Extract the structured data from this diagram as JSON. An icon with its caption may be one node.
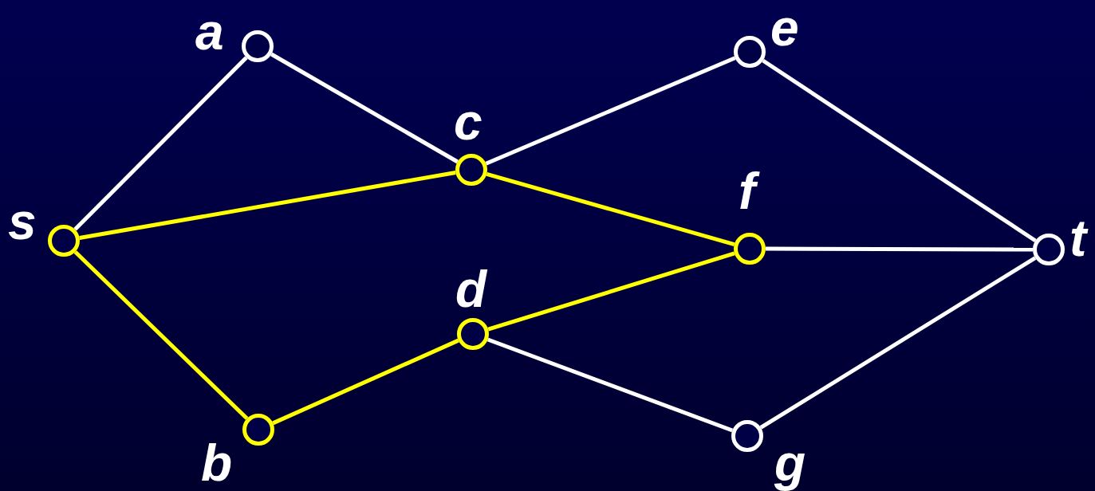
{
  "diagram": {
    "nodes": [
      {
        "text": [
          "s"
        ]
      },
      {
        "text": [
          "a"
        ]
      },
      {
        "text": [
          "b"
        ]
      },
      {
        "text": [
          "c"
        ]
      },
      {
        "text": [
          "d"
        ]
      },
      {
        "text": [
          "e"
        ]
      },
      {
        "text": [
          "f"
        ]
      },
      {
        "text": [
          "g"
        ]
      },
      {
        "text": [
          "t"
        ]
      }
    ],
    "edges": [
      {
        "from": 0,
        "to": 1,
        "arrow": "none"
      },
      {
        "from": 1,
        "to": 3,
        "arrow": "none"
      },
      {
        "from": 0,
        "to": 3,
        "arrow": "none",
        "color": "#ffff00"
      },
      {
        "from": 0,
        "to": 2,
        "arrow": "none",
        "color": "#ffff00"
      },
      {
        "from": 3,
        "to": 5,
        "arrow": "none"
      },
      {
        "from": 3,
        "to": 6,
        "arrow": "none",
        "color": "#ffff00"
      },
      {
        "from": 2,
        "to": 4,
        "arrow": "none",
        "color": "#ffff00"
      },
      {
        "from": 4,
        "to": 6,
        "arrow": "none",
        "color": "#ffff00"
      },
      {
        "from": 4,
        "to": 7,
        "arrow": "none"
      },
      {
        "from": 5,
        "to": 8,
        "arrow": "none"
      },
      {
        "from": 6,
        "to": 8,
        "arrow": "none"
      },
      {
        "from": 7,
        "to": 8,
        "arrow": "none"
      }
    ]
  }
}
